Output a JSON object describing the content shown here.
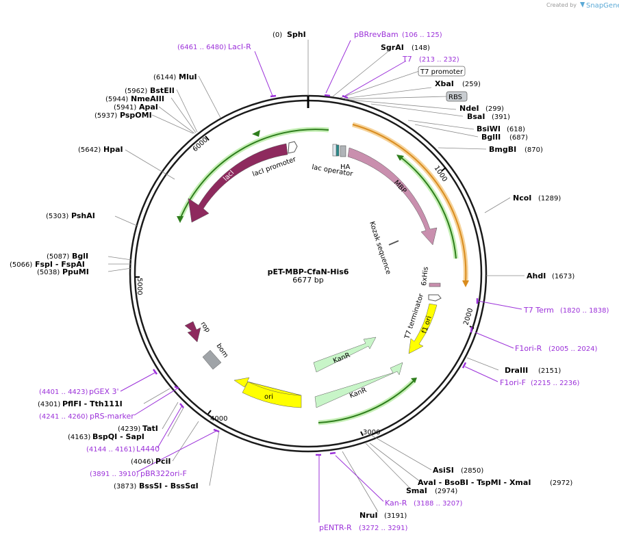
{
  "credit": {
    "prefix": "Created by",
    "brand": "SnapGene"
  },
  "plasmid": {
    "name": "pET-MBP-CfaN-His6",
    "size": "6677 bp"
  },
  "ticks": [
    "1000",
    "2000",
    "3000",
    "4000",
    "5000",
    "6000"
  ],
  "sites": [
    {
      "pos": "(0)",
      "name": "SphI"
    },
    {
      "pos": "(148)",
      "name": "SgrAI"
    },
    {
      "pos": "(259)",
      "name": "XbaI"
    },
    {
      "pos": "(299)",
      "name": "NdeI"
    },
    {
      "pos": "(391)",
      "name": "BsaI"
    },
    {
      "pos": "(618)",
      "name": "BsiWI"
    },
    {
      "pos": "(687)",
      "name": "BglII"
    },
    {
      "pos": "(870)",
      "name": "BmgBI"
    },
    {
      "pos": "(1289)",
      "name": "NcoI"
    },
    {
      "pos": "(1673)",
      "name": "AhdI"
    },
    {
      "pos": "(2151)",
      "name": "DraIII"
    },
    {
      "pos": "(2850)",
      "name": "AsiSI"
    },
    {
      "pos": "(2972)",
      "name": "AvaI - BsoBI - TspMI - XmaI"
    },
    {
      "pos": "(2974)",
      "name": "SmaI"
    },
    {
      "pos": "(3191)",
      "name": "NruI"
    },
    {
      "pos": "(3873)",
      "name": "BssSI - BssSαI"
    },
    {
      "pos": "(4046)",
      "name": "PciI"
    },
    {
      "pos": "(4163)",
      "name": "BspQI - SapI"
    },
    {
      "pos": "(4239)",
      "name": "TatI"
    },
    {
      "pos": "(4301)",
      "name": "PflFI - Tth111I"
    },
    {
      "pos": "(5038)",
      "name": "PpuMI"
    },
    {
      "pos": "(5066)",
      "name": "FspI - FspAI"
    },
    {
      "pos": "(5087)",
      "name": "BglI"
    },
    {
      "pos": "(5303)",
      "name": "PshAI"
    },
    {
      "pos": "(5642)",
      "name": "HpaI"
    },
    {
      "pos": "(5937)",
      "name": "PspOMI"
    },
    {
      "pos": "(5941)",
      "name": "ApaI"
    },
    {
      "pos": "(5944)",
      "name": "NmeAIII"
    },
    {
      "pos": "(5962)",
      "name": "BstEII"
    },
    {
      "pos": "(6144)",
      "name": "MluI"
    }
  ],
  "primers": [
    {
      "name": "pBRrevBam",
      "range": "(106 .. 125)"
    },
    {
      "name": "T7",
      "range": "(213 .. 232)"
    },
    {
      "name": "T7 Term",
      "range": "(1820 .. 1838)"
    },
    {
      "name": "F1ori-R",
      "range": "(2005 .. 2024)"
    },
    {
      "name": "F1ori-F",
      "range": "(2215 .. 2236)"
    },
    {
      "name": "Kan-R",
      "range": "(3188 .. 3207)"
    },
    {
      "name": "pENTR-R",
      "range": "(3272 .. 3291)"
    },
    {
      "name": "pBR322ori-F",
      "range": "(3891 .. 3910)"
    },
    {
      "name": "L4440",
      "range": "(4144 .. 4161)"
    },
    {
      "name": "pRS-marker",
      "range": "(4241 .. 4260)"
    },
    {
      "name": "pGEX 3'",
      "range": "(4401 .. 4423)"
    },
    {
      "name": "LacI-R",
      "range": "(6461 .. 6480)"
    }
  ],
  "boxed": [
    {
      "name": "T7 promoter"
    },
    {
      "name": "RBS"
    }
  ],
  "features": {
    "lacI": "lacI",
    "lacI_promoter": "lacI promoter",
    "lac_operator": "lac operator",
    "ha": "HA",
    "mbp": "MBP",
    "kozak": "Kozak sequence",
    "his": "6xHis",
    "t7_terminator": "T7 terminator",
    "f1_ori": "f1 ori",
    "kanr": "KanR",
    "ori": "ori",
    "rop": "rop",
    "bom": "bom"
  },
  "colors": {
    "backbone": "#1a1a1a",
    "lacI": "#8e2a5e",
    "mbp": "#c98fae",
    "kanr": "#c8f5c8",
    "ori": "#ffff00",
    "bom": "#a0a4a8",
    "orf_green": "#2e7d1c",
    "orf_orange": "#e8a040",
    "primer": "#9b30d9"
  }
}
